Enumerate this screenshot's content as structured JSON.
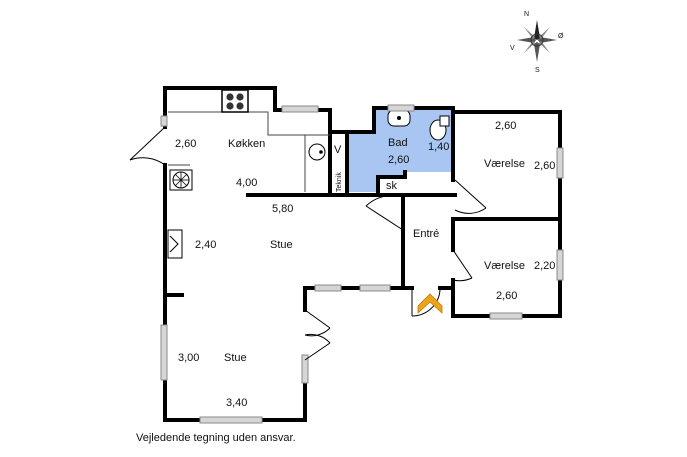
{
  "compass": {
    "n": "N",
    "e": "Ø",
    "s": "S",
    "w": "V"
  },
  "rooms": {
    "kitchen": {
      "name": "Køkken",
      "w": "2,60",
      "l": "4,00"
    },
    "bath": {
      "name": "Bad",
      "w": "2,60",
      "l": "1,40"
    },
    "tech": {
      "name": "Teknik"
    },
    "v": {
      "name": "V"
    },
    "sk": {
      "name": "sk"
    },
    "bedroom1": {
      "name": "Værelse",
      "w": "2,60",
      "l": "2,60"
    },
    "bedroom2": {
      "name": "Værelse",
      "w": "2,20",
      "l": "2,60"
    },
    "entry": {
      "name": "Entré"
    },
    "living1": {
      "name": "Stue",
      "w": "2,40",
      "l": "5,80"
    },
    "living2": {
      "name": "Stue",
      "w": "3,00",
      "l": "3,40"
    }
  },
  "caption": "Vejledende tegning uden ansvar.",
  "colors": {
    "wall": "#000000",
    "bath_fill": "#a9c6f2",
    "entry_arrow": "#f0a21c",
    "window": "#bdbdbd"
  }
}
